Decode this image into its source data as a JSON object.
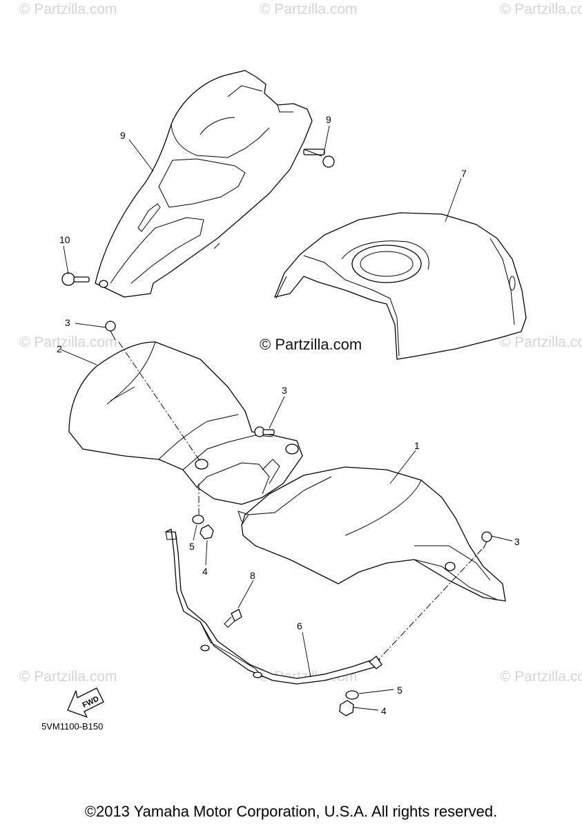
{
  "watermark_text": "© Partzilla.com",
  "center_watermark": "© Partzilla.com",
  "diagram_code": "5VM1100-B150",
  "fwd_label": "FWD",
  "copyright": "©2013 Yamaha Motor Corporation, U.S.A. All rights reserved.",
  "callouts": [
    "1",
    "2",
    "3",
    "3",
    "3",
    "4",
    "4",
    "5",
    "5",
    "6",
    "7",
    "8",
    "9",
    "9",
    "10"
  ]
}
